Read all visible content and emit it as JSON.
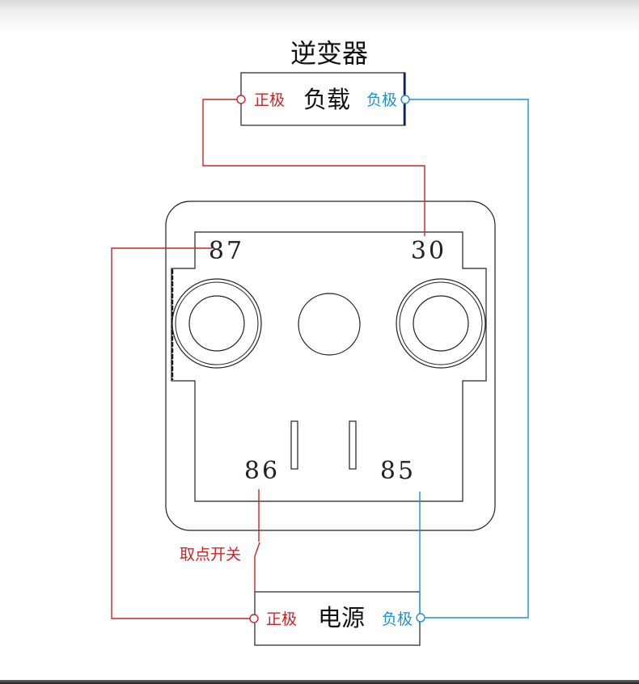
{
  "title": "逆变器",
  "load_box": {
    "label": "负载",
    "pos_label": "正极",
    "neg_label": "负极"
  },
  "power_box": {
    "label": "电源",
    "pos_label": "正极",
    "neg_label": "负极"
  },
  "relay": {
    "pin_87": "87",
    "pin_30": "30",
    "pin_86": "86",
    "pin_85": "85"
  },
  "switch_label": "取点开关",
  "colors": {
    "positive": "#d42020",
    "negative": "#1a90d8",
    "outline": "#222222"
  }
}
